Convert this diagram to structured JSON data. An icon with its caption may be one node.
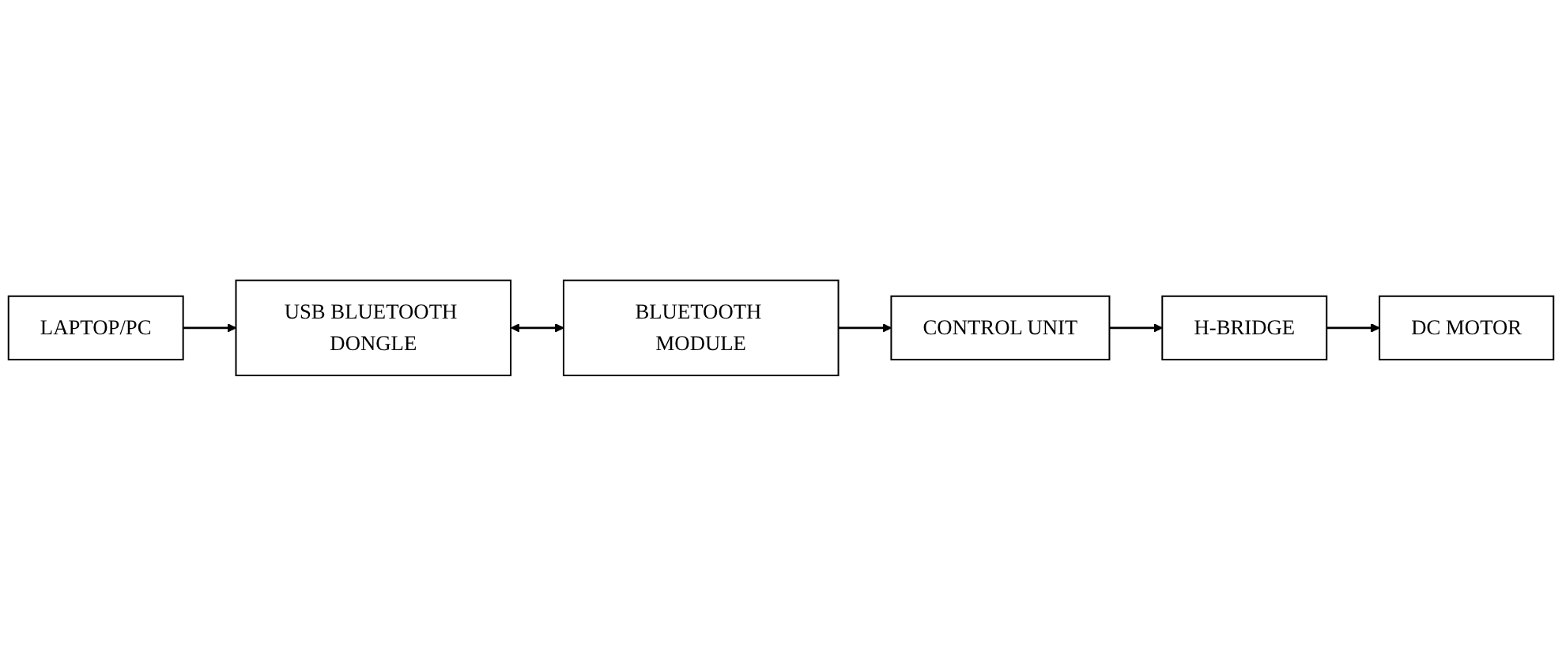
{
  "diagram": {
    "nodes": [
      {
        "text": [
          "LAPTOP/PC"
        ]
      },
      {
        "text": [
          "USB BLUETOOTH DONGLE"
        ]
      },
      {
        "text": [
          "BLUETOOTH MODULE"
        ]
      },
      {
        "text": [
          "CONTROL UNIT"
        ]
      },
      {
        "text": [
          "H-BRIDGE"
        ]
      },
      {
        "text": [
          "DC MOTOR"
        ]
      }
    ],
    "edges": [
      {
        "from": 0,
        "to": 1,
        "arrow": "to"
      },
      {
        "from": 1,
        "to": 2,
        "arrow": "both"
      },
      {
        "from": 2,
        "to": 3,
        "arrow": "to"
      },
      {
        "from": 3,
        "to": 4,
        "arrow": "to"
      },
      {
        "from": 4,
        "to": 5,
        "arrow": "to"
      }
    ]
  }
}
